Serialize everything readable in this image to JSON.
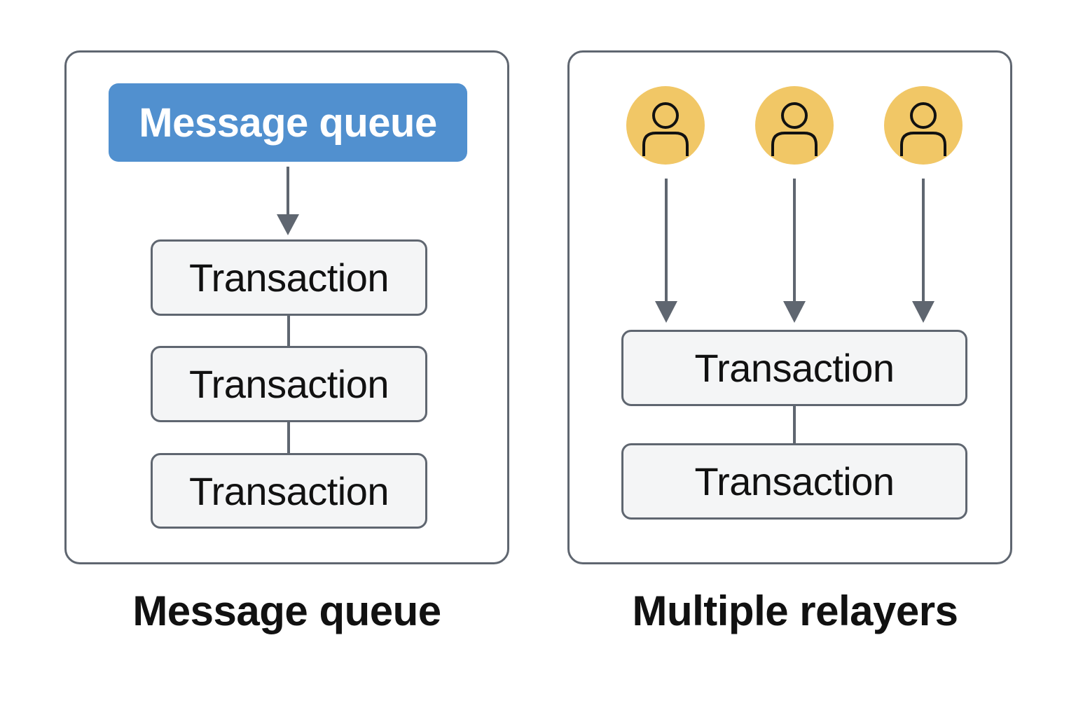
{
  "left_panel": {
    "header": "Message queue",
    "transactions": [
      "Transaction",
      "Transaction",
      "Transaction"
    ],
    "caption": "Message queue"
  },
  "right_panel": {
    "relayers": [
      {
        "icon": "user-icon"
      },
      {
        "icon": "user-icon"
      },
      {
        "icon": "user-icon"
      }
    ],
    "transactions": [
      "Transaction",
      "Transaction"
    ],
    "caption": "Multiple relayers"
  },
  "colors": {
    "queue_header": "#5190cf",
    "relayer_avatar": "#f1c766",
    "border": "#5f6670",
    "transaction_fill": "#f4f5f6",
    "text": "#111111"
  }
}
